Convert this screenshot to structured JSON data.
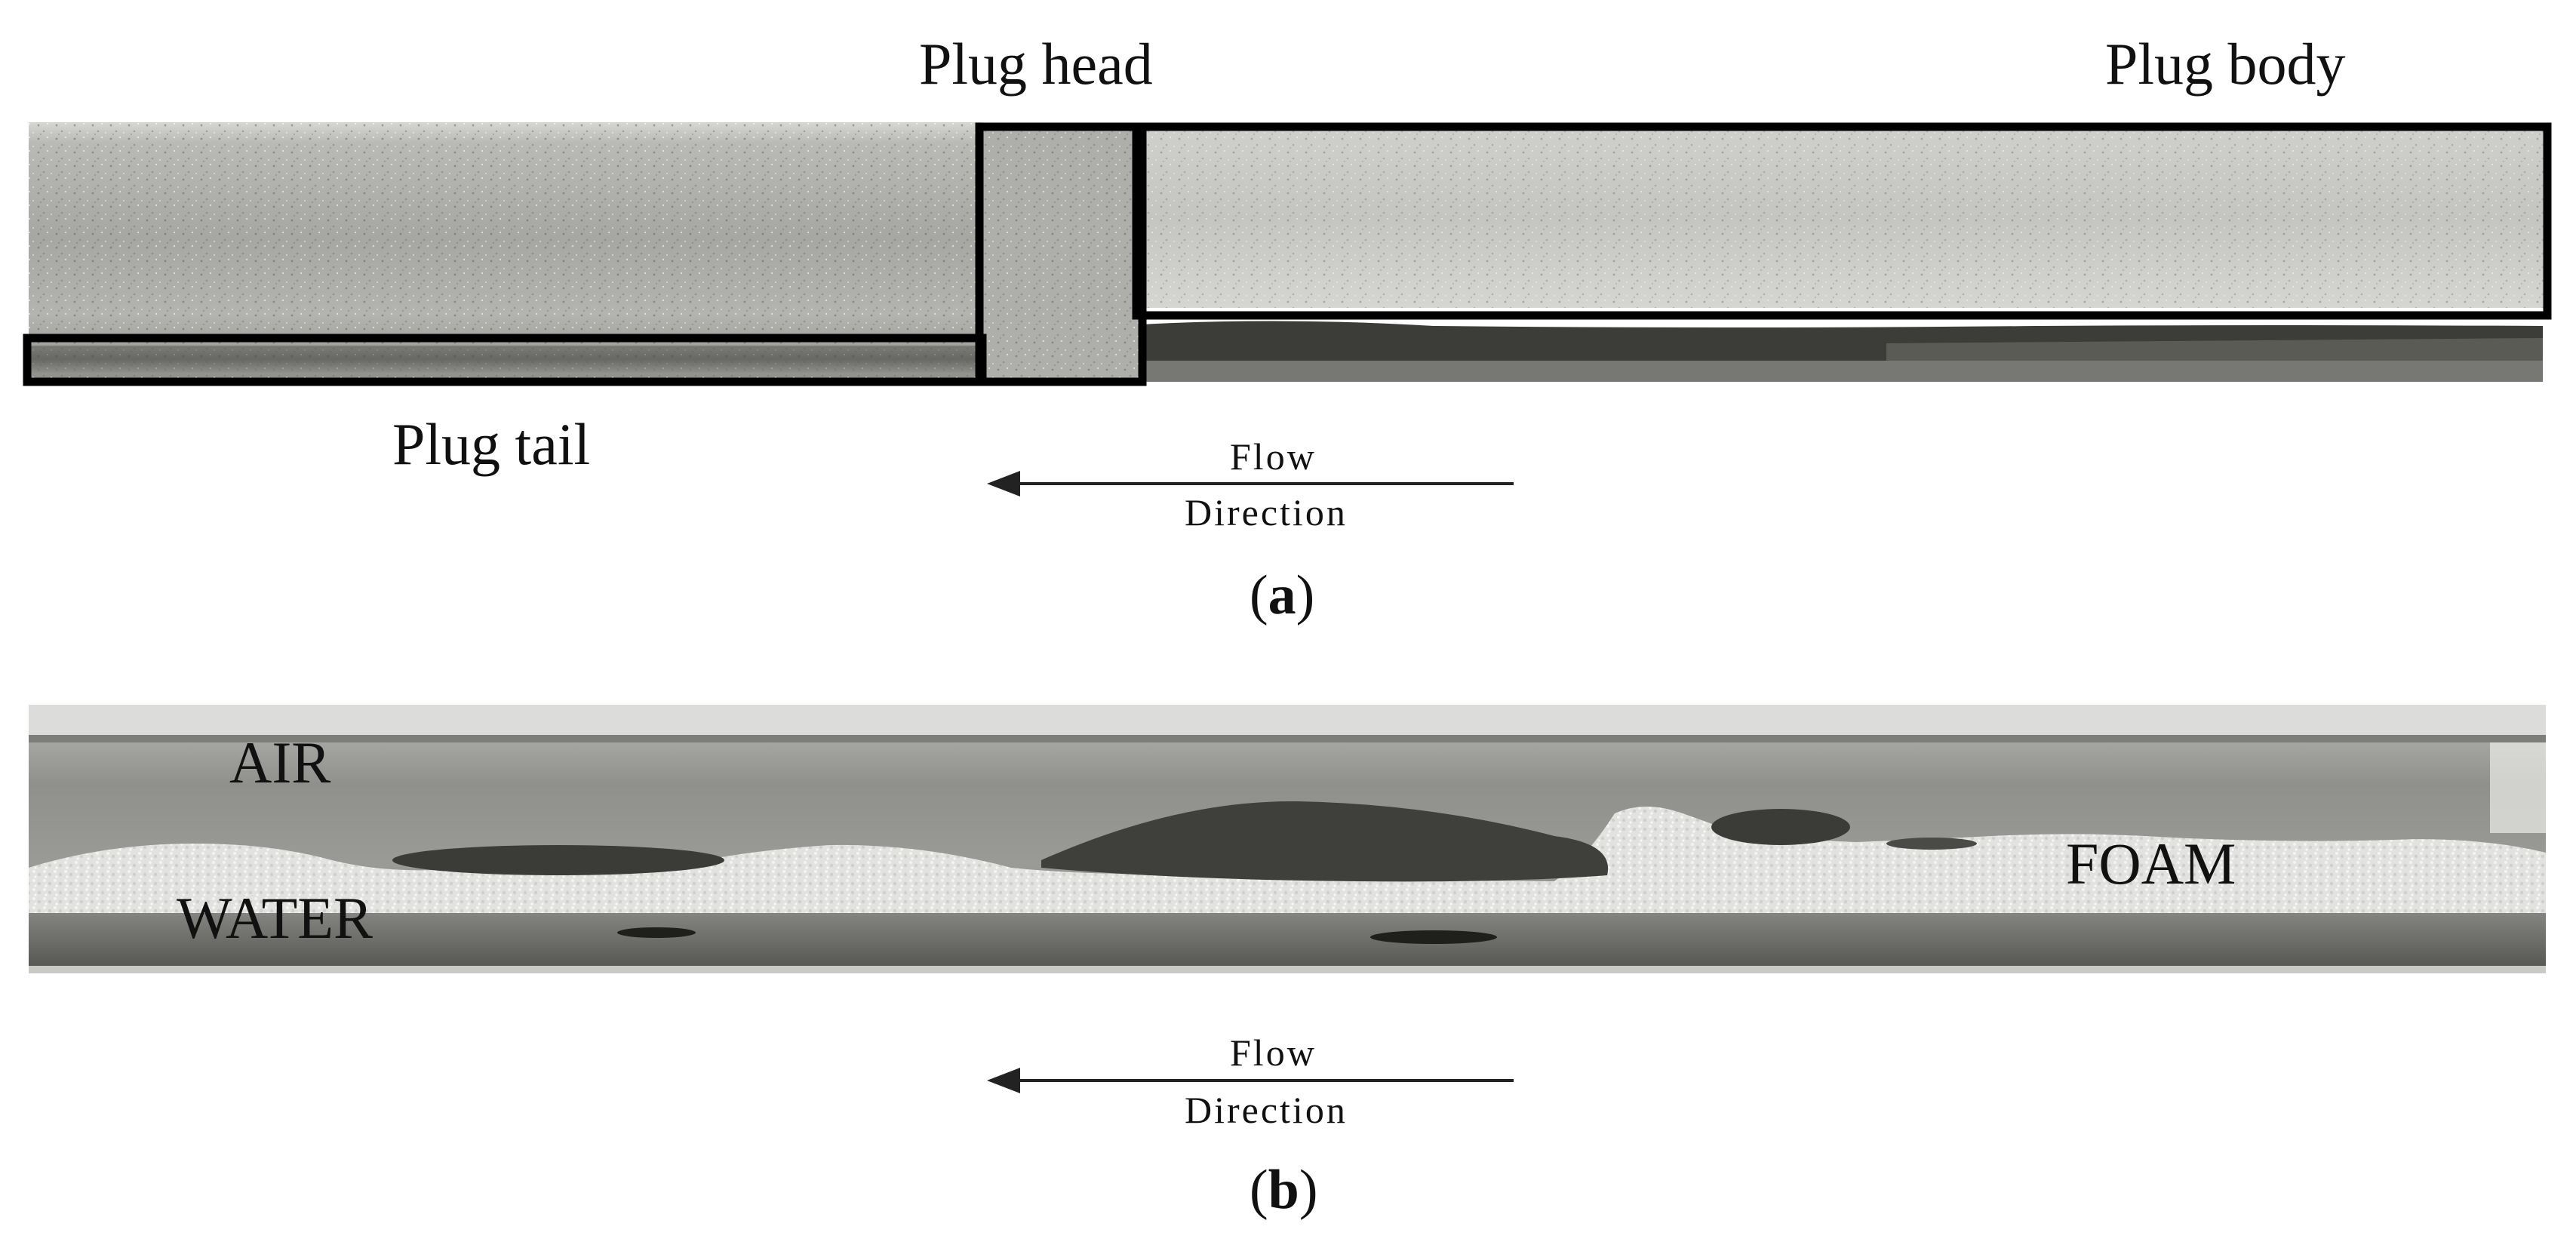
{
  "panel_a": {
    "label_plug_head": "Plug head",
    "label_plug_body": "Plug body",
    "label_plug_tail": "Plug tail",
    "flow_word1": "Flow",
    "flow_word2": "Direction",
    "caption_open": "(",
    "caption_letter": "a",
    "caption_close": ")"
  },
  "panel_b": {
    "label_air": "AIR",
    "label_water": "WATER",
    "label_foam": "FOAM",
    "flow_word1": "Flow",
    "flow_word2": "Direction",
    "caption_open": "(",
    "caption_letter": "b",
    "caption_close": ")"
  },
  "colors": {
    "frame": "#000000",
    "pipe_light": "#c9c9c6",
    "pipe_mid": "#a9aaa6",
    "pipe_dark": "#555651",
    "foam": "#e4e4e2",
    "text": "#111111"
  }
}
